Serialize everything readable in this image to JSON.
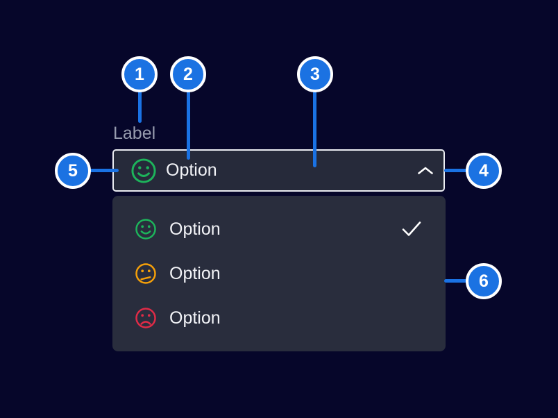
{
  "colors": {
    "background": "#06062a",
    "accent_blue": "#1b72e2",
    "field_surface": "#262a3a",
    "menu_surface": "#292d3d",
    "field_border": "#eceef3",
    "text_primary": "#f2f3f7",
    "label_text": "#979cae",
    "positive_green": "#1db45b",
    "warning_orange": "#f5a009",
    "negative_red": "#e02b47"
  },
  "select": {
    "label": "Label",
    "value": "Option",
    "value_icon": "happy-face-icon",
    "chevron_icon": "chevron-up-icon"
  },
  "menu": {
    "options": [
      {
        "label": "Option",
        "icon": "happy-face-icon",
        "selected": true
      },
      {
        "label": "Option",
        "icon": "neutral-face-icon",
        "selected": false
      },
      {
        "label": "Option",
        "icon": "sad-face-icon",
        "selected": false
      }
    ]
  },
  "annotations": {
    "badges": [
      "1",
      "2",
      "3",
      "4",
      "5",
      "6"
    ]
  }
}
